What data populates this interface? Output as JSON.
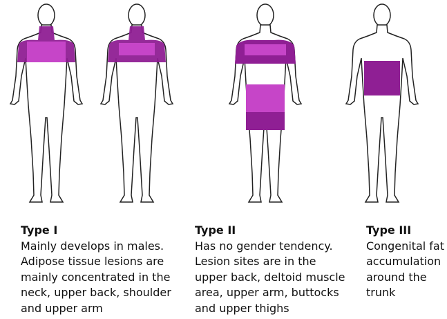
{
  "types": [
    {
      "title": "Type I",
      "description": "Mainly develops in males.\nAdipose tissue lesions are\nmainly concentrated in the\nneck, upper back, shoulder\nand upper arm"
    },
    {
      "title": "Type II",
      "description": "Has no gender tendency.\nLesion sites are in the\nupper back, deltoid muscle\narea, upper arm, buttocks\nand upper thighs"
    },
    {
      "title": "Type III",
      "description": "Congenital fat\naccumulation\naround the\ntrunk"
    }
  ],
  "colors": {
    "lesion_dark": "#8f1f94",
    "lesion_light": "#c645c8",
    "outline": "#222222",
    "body": "#ffffff"
  }
}
